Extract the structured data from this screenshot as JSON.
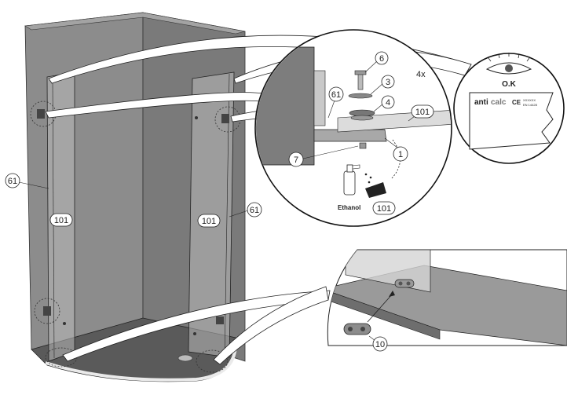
{
  "labels": {
    "part_61_left": "61",
    "part_61_right": "61",
    "part_61_detail": "61",
    "part_101_left": "101",
    "part_101_right": "101",
    "part_101_detail": "101",
    "part_101_cloth": "101",
    "part_6": "6",
    "part_3": "3",
    "part_4": "4",
    "part_7": "7",
    "part_1": "1",
    "part_10": "10",
    "quantity": "4x",
    "ethanol": "Ethanol",
    "ok": "O.K",
    "brand_prefix": "anti",
    "brand_suffix": "calc",
    "ce": "CE",
    "cert_line1": "XXXXXX",
    "cert_line2": "EN 14428"
  },
  "colors": {
    "wall": "#8c8c8c",
    "wall_dark": "#6f6f6f",
    "glass": "#c9c9c9",
    "tray": "#5a5a5a",
    "line": "#1a1a1a"
  }
}
